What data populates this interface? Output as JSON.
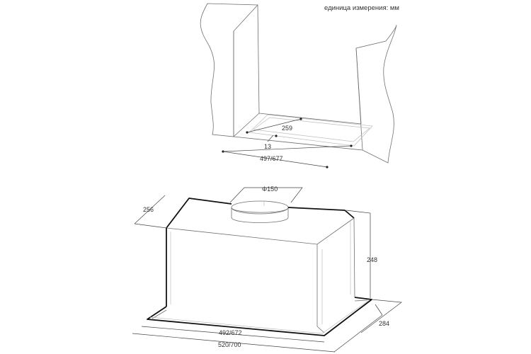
{
  "units_note": "единица измерения: мм",
  "dimensions": {
    "cutout_depth": "259",
    "edge_offset": "13",
    "cutout_width": "497/677",
    "duct_diameter": "Φ150",
    "top_depth": "256",
    "height": "248",
    "body_width": "492/672",
    "frame_width": "520/700",
    "frame_depth": "284"
  }
}
